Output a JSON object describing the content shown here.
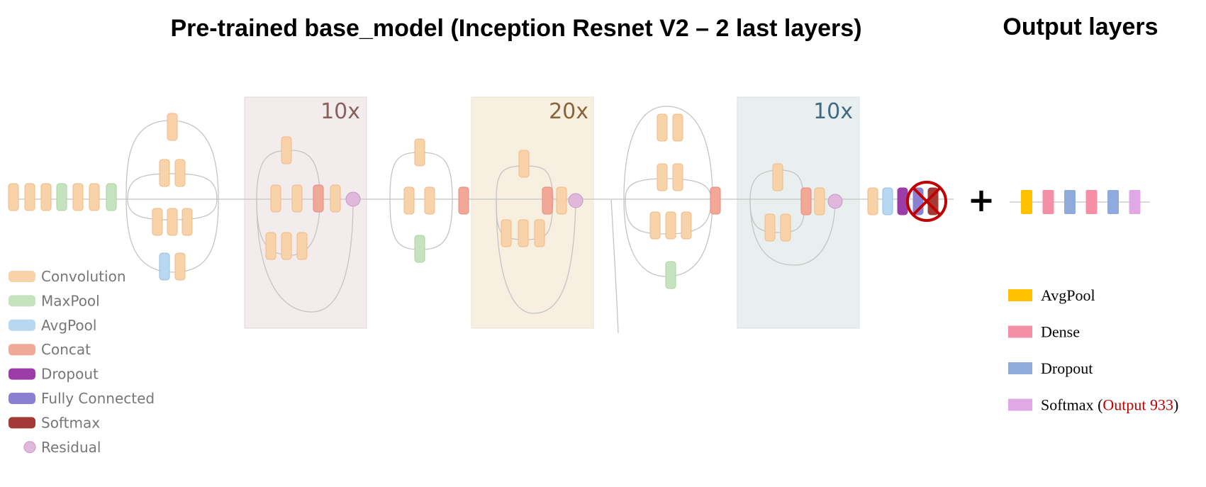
{
  "titles": {
    "base_model": "Pre-trained base_model (Inception Resnet V2 – 2 last layers)",
    "output_layers": "Output layers"
  },
  "blocks": [
    {
      "repeat_label": "10x",
      "background": "#f3ecec",
      "label_color": "#8a5f5f"
    },
    {
      "repeat_label": "20x",
      "background": "#f7efe0",
      "label_color": "#8a6438"
    },
    {
      "repeat_label": "10x",
      "background": "#e8efee",
      "label_color": "#3f6a80"
    }
  ],
  "plus_sign": "+",
  "removed_marker": {
    "icon": "cross-in-circle-icon",
    "color": "#c00000"
  },
  "legend_base": [
    {
      "label": "Convolution",
      "color": "#f8d2a8",
      "icon": "convolution-swatch"
    },
    {
      "label": "MaxPool",
      "color": "#c6e3bf",
      "icon": "maxpool-swatch"
    },
    {
      "label": "AvgPool",
      "color": "#b8d8f2",
      "icon": "avgpool-swatch"
    },
    {
      "label": "Concat",
      "color": "#f2a896",
      "icon": "concat-swatch"
    },
    {
      "label": "Dropout",
      "color": "#9c3ca6",
      "icon": "dropout-swatch"
    },
    {
      "label": "Fully Connected",
      "color": "#8a7fd0",
      "icon": "fully-connected-swatch"
    },
    {
      "label": "Softmax",
      "color": "#a33a36",
      "icon": "softmax-swatch"
    },
    {
      "label": "Residual",
      "color": "#e0b8dc",
      "icon": "residual-dot"
    }
  ],
  "legend_output": [
    {
      "label": "AvgPool",
      "color": "#ffc000"
    },
    {
      "label": "Dense",
      "color": "#f48fa5"
    },
    {
      "label": "Dropout",
      "color": "#8faadc"
    },
    {
      "label": "Softmax",
      "color": "#e0a8e4",
      "note": "Output 933",
      "note_color": "#c00000"
    }
  ],
  "colors": {
    "convolution_border": "#f0b987",
    "maxpool_border": "#a9d39d",
    "avgpool_border": "#95c2e8",
    "concat_border": "#e8887a",
    "residual_border": "#c997c5"
  }
}
